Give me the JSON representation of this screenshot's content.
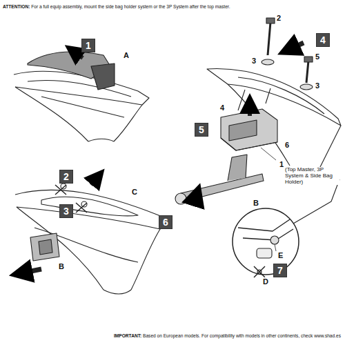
{
  "diagram": {
    "nodes": [
      {
        "text": [
          "1"
        ]
      },
      {
        "text": [
          "2"
        ]
      },
      {
        "text": [
          "3"
        ]
      },
      {
        "text": [
          "4"
        ]
      },
      {
        "text": [
          "5"
        ]
      },
      {
        "text": [
          "6"
        ]
      },
      {
        "text": [
          "7"
        ]
      }
    ],
    "labels": [
      "ATTENTION:",
      "For a full equip assembly, mount the side bag holder system or the 3P System after the top master.",
      "A",
      "2",
      "3",
      "5",
      "3",
      "4",
      "6",
      "1",
      "(Top Master, 3P System & Side Bag Holder)",
      "C",
      "B",
      "B",
      "E",
      "D",
      "IMPORTANT:",
      "Based on European models. For compatibility with models in other continents, check www.shad.es"
    ]
  }
}
